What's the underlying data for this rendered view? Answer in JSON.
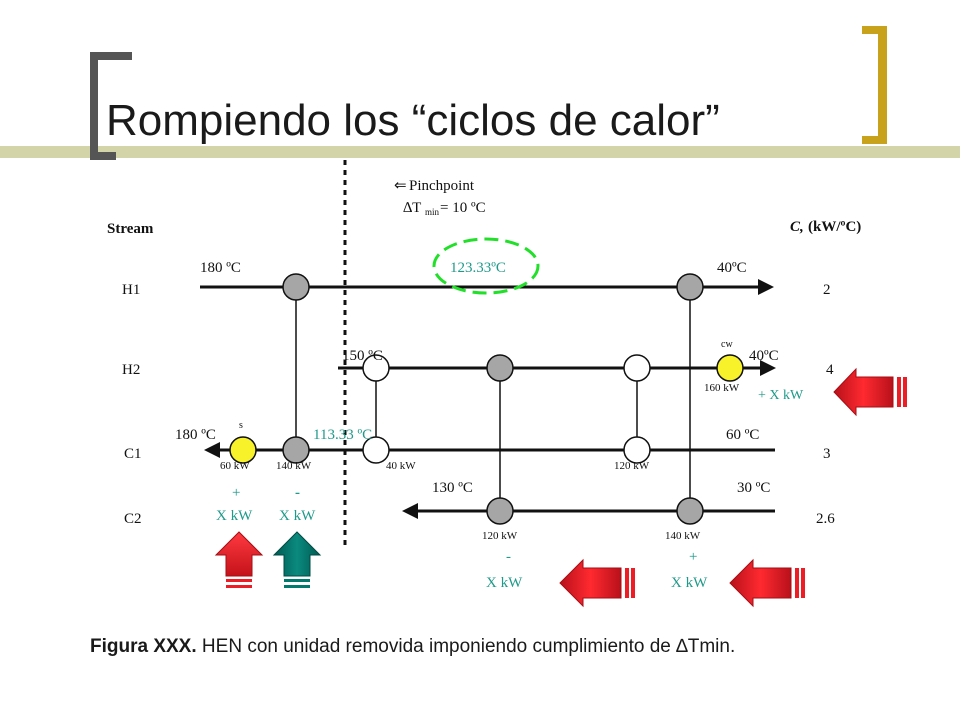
{
  "slide": {
    "title": "Rompiendo los “ciclos de calor”",
    "caption_bold": "Figura XXX.",
    "caption_text": " HEN con unidad removida imponiendo cumplimiento de ∆Tmin.",
    "accent_color": "#c8a21a",
    "band_color": "#d3d4a8"
  },
  "diagram": {
    "pinch_label": "Pinchpoint",
    "pinch_arrow": "⇐",
    "dtmin_delta": "∆T",
    "dtmin_sub": "min",
    "dtmin_value": "= 10 ºC",
    "stream_header": "Stream",
    "cp_header_italic": "C,",
    "cp_header_rest": " (kW/ºC)",
    "streams": [
      {
        "name": "H1",
        "cp": "2"
      },
      {
        "name": "H2",
        "cp": "4"
      },
      {
        "name": "C1",
        "cp": "3"
      },
      {
        "name": "C2",
        "cp": "2.6"
      }
    ],
    "temps": {
      "h1_in": "180 ºC",
      "h1_mid": "123.33ºC",
      "h1_out": "40ºC",
      "h2_in": "150 ºC",
      "h2_out": "40ºC",
      "c1_out": "180 ºC",
      "c1_mid": "113.33 ºC",
      "c1_in": "60 ºC",
      "c2_out": "130 ºC",
      "c2_in": "30 ºC"
    },
    "utility_labels": {
      "steam": "s",
      "cooling_water": "cw"
    },
    "duties": {
      "steam": "60 kW",
      "ex_h1_c1": "140 kW",
      "ex_h2_c1_left": "40 kW",
      "ex_h2_c1_right": "120 kW",
      "cooler": "160 kW",
      "ex_h2_c2": "120 kW",
      "ex_h1_c2": "140 kW"
    },
    "adjustments": {
      "steam_sign": "+",
      "steam_amount": "X kW",
      "ex1_sign": "-",
      "ex1_amount": "X kW",
      "cooler": "+ X kW",
      "ex_h2_c2_sign": "-",
      "ex_h2_c2_amount": "X kW",
      "ex_h1_c2_sign": "+",
      "ex_h1_c2_amount": "X kW"
    },
    "colors": {
      "highlight_text": "#1e9a8a",
      "green_circle": "#22e02a",
      "steam_unit": "#f7f22a",
      "exchanger_gray": "#a6a6a6",
      "red_arrow": "#ee1c24",
      "teal_arrow": "#007a6e"
    }
  }
}
